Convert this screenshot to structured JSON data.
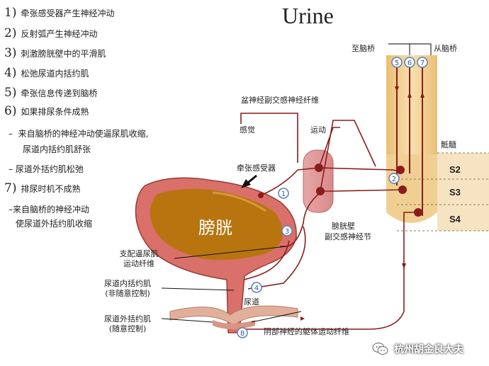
{
  "title": "Urine",
  "steps": [
    {
      "num": "1)",
      "text": "牵张感受器产生神经冲动"
    },
    {
      "num": "2)",
      "text": "反射弧产生神经冲动"
    },
    {
      "num": "3)",
      "text": "刺激膀胱壁中的平滑肌"
    },
    {
      "num": "4)",
      "text": "松弛尿道内括约肌"
    },
    {
      "num": "5)",
      "text": "牵张信息传递到脑桥"
    },
    {
      "num": "6)",
      "text": "如果排尿条件成熟"
    },
    {
      "num": "7)",
      "text": "排尿时机不成熟"
    }
  ],
  "sub_steps": {
    "s6a_line1": "来自脑桥的神经冲动使逼尿肌收缩,",
    "s6a_line2": "尿道内括约肌舒张",
    "s6b": "尿道外括约肌松弛",
    "s7_line1": "来自脑桥的神经冲动",
    "s7_line2": "使尿道外括约肌收缩"
  },
  "labels": {
    "to_pons": "至脑桥",
    "from_pons": "从脑桥",
    "pelvic_nerve": "盆神经副交感神经纤维",
    "sensory": "感觉",
    "motor": "运动",
    "stretch_receptor": "牵张感受器",
    "sacrum": "骶髓",
    "bladder": "膀胱",
    "ganglion_line1": "膀胱壁",
    "ganglion_line2": "副交感神经节",
    "detrusor_line1": "支配逼尿肌",
    "detrusor_line2": "运动纤维",
    "internal_line1": "尿道内括约肌",
    "internal_line2": "(非随意控制)",
    "urethra": "尿道",
    "external_line1": "尿道外括约肌",
    "external_line2": "(随意控制)",
    "pudendal": "阴部神经的躯体运动纤维"
  },
  "segments": [
    "S2",
    "S3",
    "S4"
  ],
  "markers": [
    "1",
    "2",
    "3",
    "4",
    "5",
    "6",
    "7",
    "8"
  ],
  "watermark": "杭州胡金良大夫",
  "colors": {
    "nerve": "#8a1c1c",
    "bladder_wall": "#d9706a",
    "bladder_inner": "#b8740f",
    "spine": "#f2d29a",
    "marker": "#5a7fb5"
  }
}
